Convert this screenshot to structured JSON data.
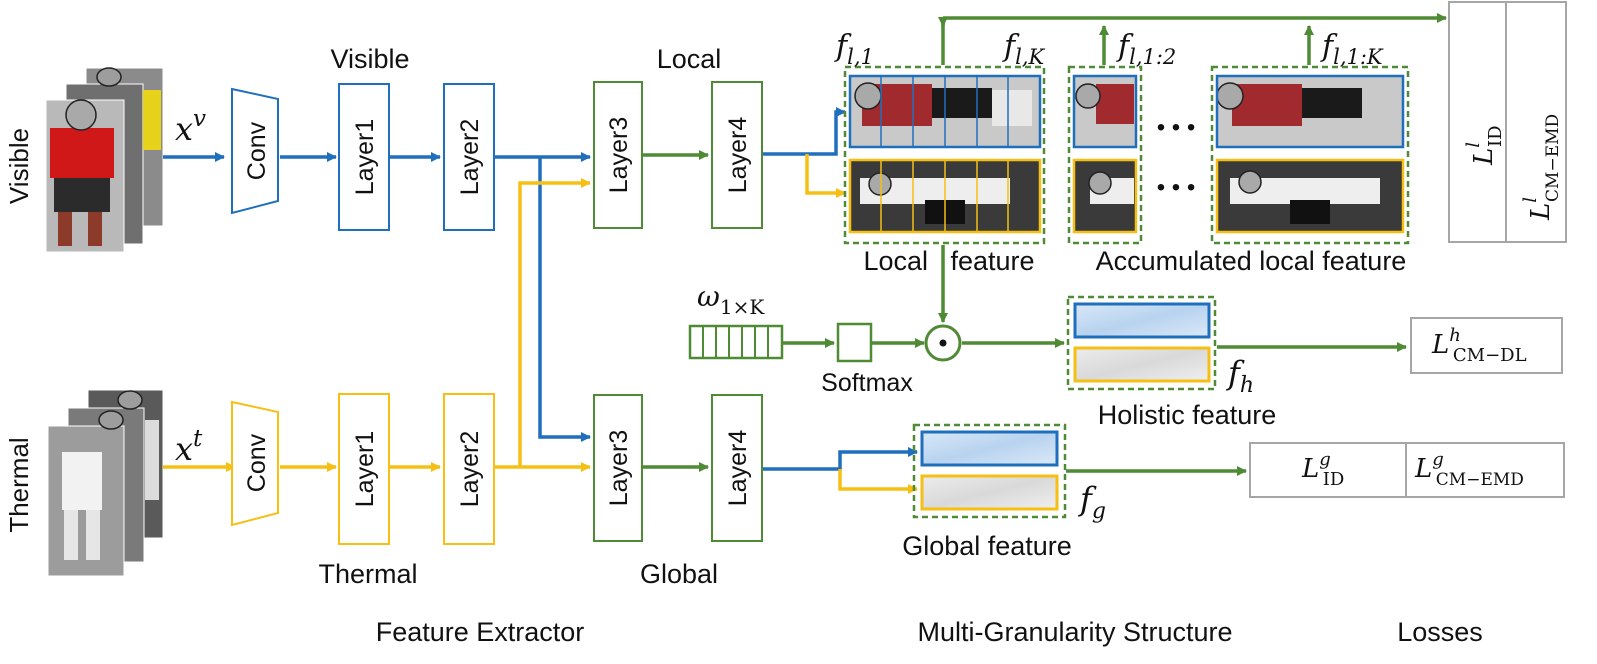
{
  "colors": {
    "visible": "#1f6fbd",
    "thermal": "#f5bf14",
    "shared": "#4f8a34",
    "loss_border": "#a6a6a6",
    "text": "#111111"
  },
  "rows": {
    "visible": "Visible",
    "thermal": "Thermal"
  },
  "inputs": {
    "visible_symbol": {
      "base": "x",
      "sup": "v"
    },
    "thermal_symbol": {
      "base": "x",
      "sup": "t"
    }
  },
  "extractor": {
    "conv": "Conv",
    "layer1": "Layer1",
    "layer2": "Layer2",
    "layer3": "Layer3",
    "layer4": "Layer4",
    "visible_branch_label": "Visible",
    "thermal_branch_label": "Thermal",
    "local_branch_label": "Local",
    "global_branch_label": "Global"
  },
  "features": {
    "f_l1": {
      "base": "f",
      "sub": "l,1"
    },
    "f_lK": {
      "base": "f",
      "sub": "l,K"
    },
    "f_l12": {
      "base": "f",
      "sub": "l,1:2"
    },
    "f_l1K": {
      "base": "f",
      "sub": "l,1:K"
    },
    "omega": {
      "base": "ω",
      "sub": "1×K"
    },
    "softmax": "Softmax",
    "dot_op": "⊙",
    "f_h": {
      "base": "f",
      "sub": "h"
    },
    "f_g": {
      "base": "f",
      "sub": "g"
    },
    "local_feature": "Local   feature",
    "accumulated_feature": "Accumulated local feature",
    "holistic_feature": "Holistic feature",
    "global_feature": "Global feature",
    "ellipsis": "• • •"
  },
  "losses": {
    "l_id_local": {
      "base": "L",
      "sup": "l",
      "sub": "ID"
    },
    "l_emd_local": {
      "base": "L",
      "sup": "l",
      "sub": "CM−EMD"
    },
    "l_dl_holistic": {
      "base": "L",
      "sup": "h",
      "sub": "CM−DL"
    },
    "l_id_global": {
      "base": "L",
      "sup": "g",
      "sub": "ID"
    },
    "l_emd_global": {
      "base": "L",
      "sup": "g",
      "sub": "CM−EMD"
    }
  },
  "sections": {
    "extractor": "Feature Extractor",
    "multi": "Multi-Granularity Structure",
    "losses": "Losses"
  }
}
